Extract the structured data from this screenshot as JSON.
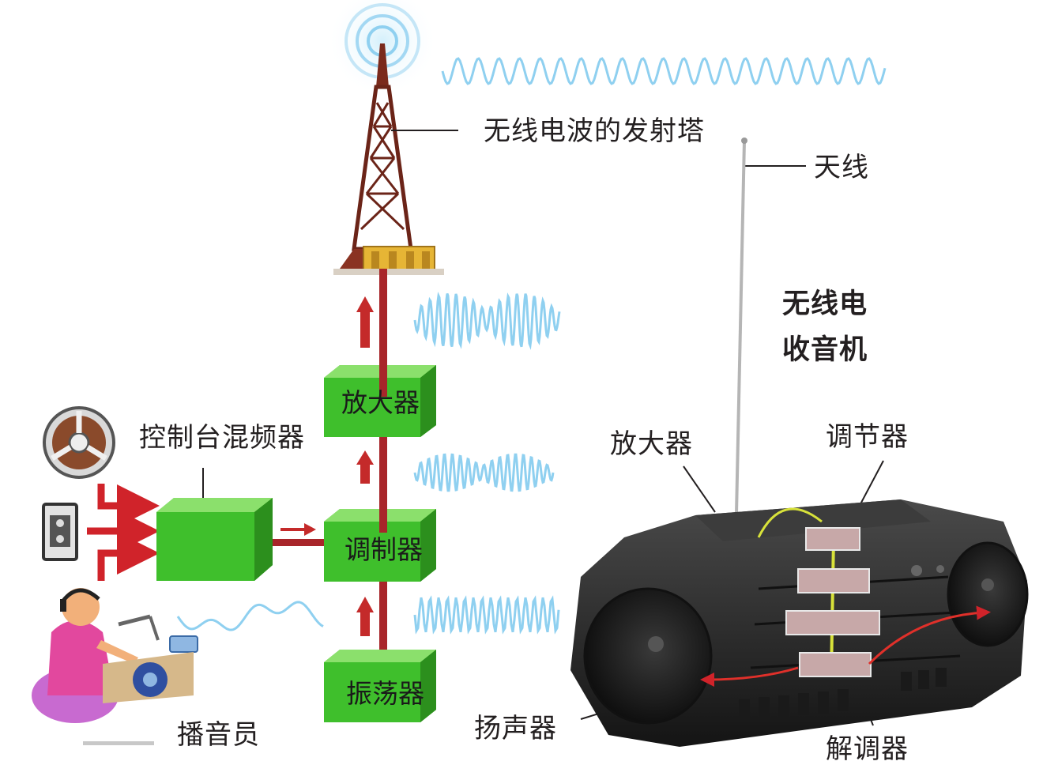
{
  "labels": {
    "tower": "无线电波的发射塔",
    "antenna": "天线",
    "radio_title_line1": "无线电",
    "radio_title_line2": "收音机",
    "mixer": "控制台混频器",
    "announcer": "播音员",
    "radio_amplifier": "放大器",
    "tuner": "调节器",
    "speaker": "扬声器",
    "demodulator": "解调器"
  },
  "boxes": {
    "amplifier": "放大器",
    "modulator": "调制器",
    "oscillator": "振荡器"
  },
  "colors": {
    "box_green": "#3fbf2c",
    "signal_red": "#c0282b",
    "wave_blue": "#8fd0f0",
    "radio_body": "#2b2b2b"
  },
  "icons": {
    "tower": "transmission-tower-icon",
    "reel": "tape-reel-icon",
    "cassette": "cassette-icon",
    "announcer": "announcer-illustration",
    "radio": "boombox-radio-illustration"
  }
}
